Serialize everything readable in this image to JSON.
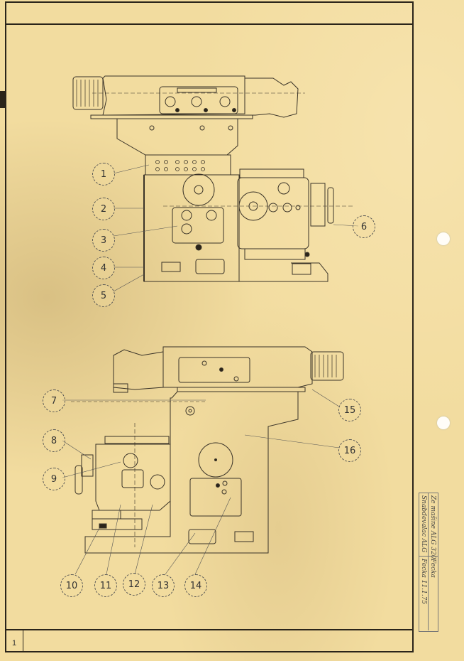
{
  "document": {
    "type": "technical drawing sheet",
    "sheet_number": "1",
    "title_block": {
      "line1_part_a": "Ze mašine ALG 320",
      "line1_part_b": "Fecka",
      "line2_part_a": "Snabdevalac ALG",
      "line2_part_b": "Fecka 11.1.75"
    },
    "upper_view": {
      "callouts": [
        "1",
        "2",
        "3",
        "4",
        "5",
        "6"
      ]
    },
    "lower_view": {
      "callouts": [
        "7",
        "8",
        "9",
        "10",
        "11",
        "12",
        "13",
        "14",
        "15",
        "16"
      ]
    },
    "colors": {
      "paper": "#f2dc9f",
      "ink": "#2a241a"
    }
  }
}
